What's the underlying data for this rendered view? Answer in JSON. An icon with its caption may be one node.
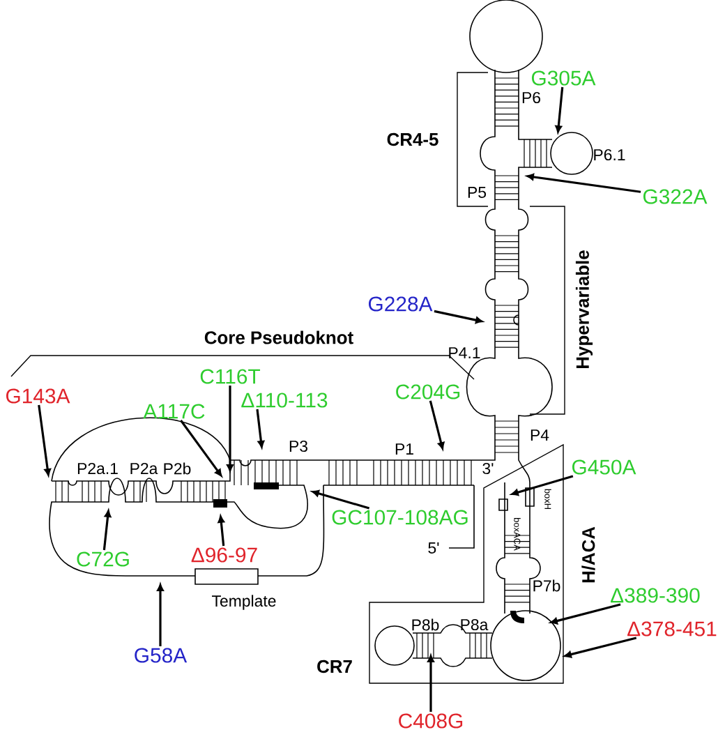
{
  "diagram": {
    "nodes": [
      {
        "text": [
          "G305A"
        ]
      },
      {
        "text": [
          "G322A"
        ]
      },
      {
        "text": [
          "G228A"
        ]
      },
      {
        "text": [
          "C204G"
        ]
      },
      {
        "text": [
          "C116T"
        ]
      },
      {
        "text": [
          "G143A"
        ]
      },
      {
        "text": [
          "A117C"
        ]
      },
      {
        "text": [
          "Δ110-113"
        ]
      },
      {
        "text": [
          "G450A"
        ]
      },
      {
        "text": [
          "GC107-108AG"
        ]
      },
      {
        "text": [
          "C72G"
        ]
      },
      {
        "text": [
          "Δ96-97"
        ]
      },
      {
        "text": [
          "Δ389-390"
        ]
      },
      {
        "text": [
          "Δ378-451"
        ]
      },
      {
        "text": [
          "G58A"
        ]
      },
      {
        "text": [
          "C408G"
        ]
      }
    ],
    "edges": [
      {
        "from": 0,
        "to": null,
        "arrow": "to"
      },
      {
        "from": 1,
        "to": null,
        "arrow": "to"
      },
      {
        "from": 2,
        "to": null,
        "arrow": "to"
      },
      {
        "from": 3,
        "to": null,
        "arrow": "to"
      },
      {
        "from": 4,
        "to": null,
        "arrow": "to"
      },
      {
        "from": 5,
        "to": null,
        "arrow": "to"
      },
      {
        "from": 6,
        "to": null,
        "arrow": "to"
      },
      {
        "from": 7,
        "to": null,
        "arrow": "to"
      },
      {
        "from": 8,
        "to": null,
        "arrow": "to"
      },
      {
        "from": 9,
        "to": null,
        "arrow": "to"
      },
      {
        "from": 10,
        "to": null,
        "arrow": "to"
      },
      {
        "from": 11,
        "to": null,
        "arrow": "to"
      },
      {
        "from": 12,
        "to": null,
        "arrow": "to"
      },
      {
        "from": 13,
        "to": null,
        "arrow": "to"
      },
      {
        "from": 14,
        "to": null,
        "arrow": "to"
      },
      {
        "from": 15,
        "to": null,
        "arrow": "to"
      }
    ],
    "labels": [
      "CR4-5",
      "P6",
      "P6.1",
      "P5",
      "Hypervariable",
      "P4.1",
      "Core Pseudoknot",
      "P3",
      "P1",
      "P4",
      "P2a.1",
      "P2a",
      "P2b",
      "3'",
      "boxACA",
      "boxH",
      "5'",
      "H/ACA",
      "Template",
      "P7b",
      "P8b",
      "P8a",
      "CR7"
    ]
  }
}
